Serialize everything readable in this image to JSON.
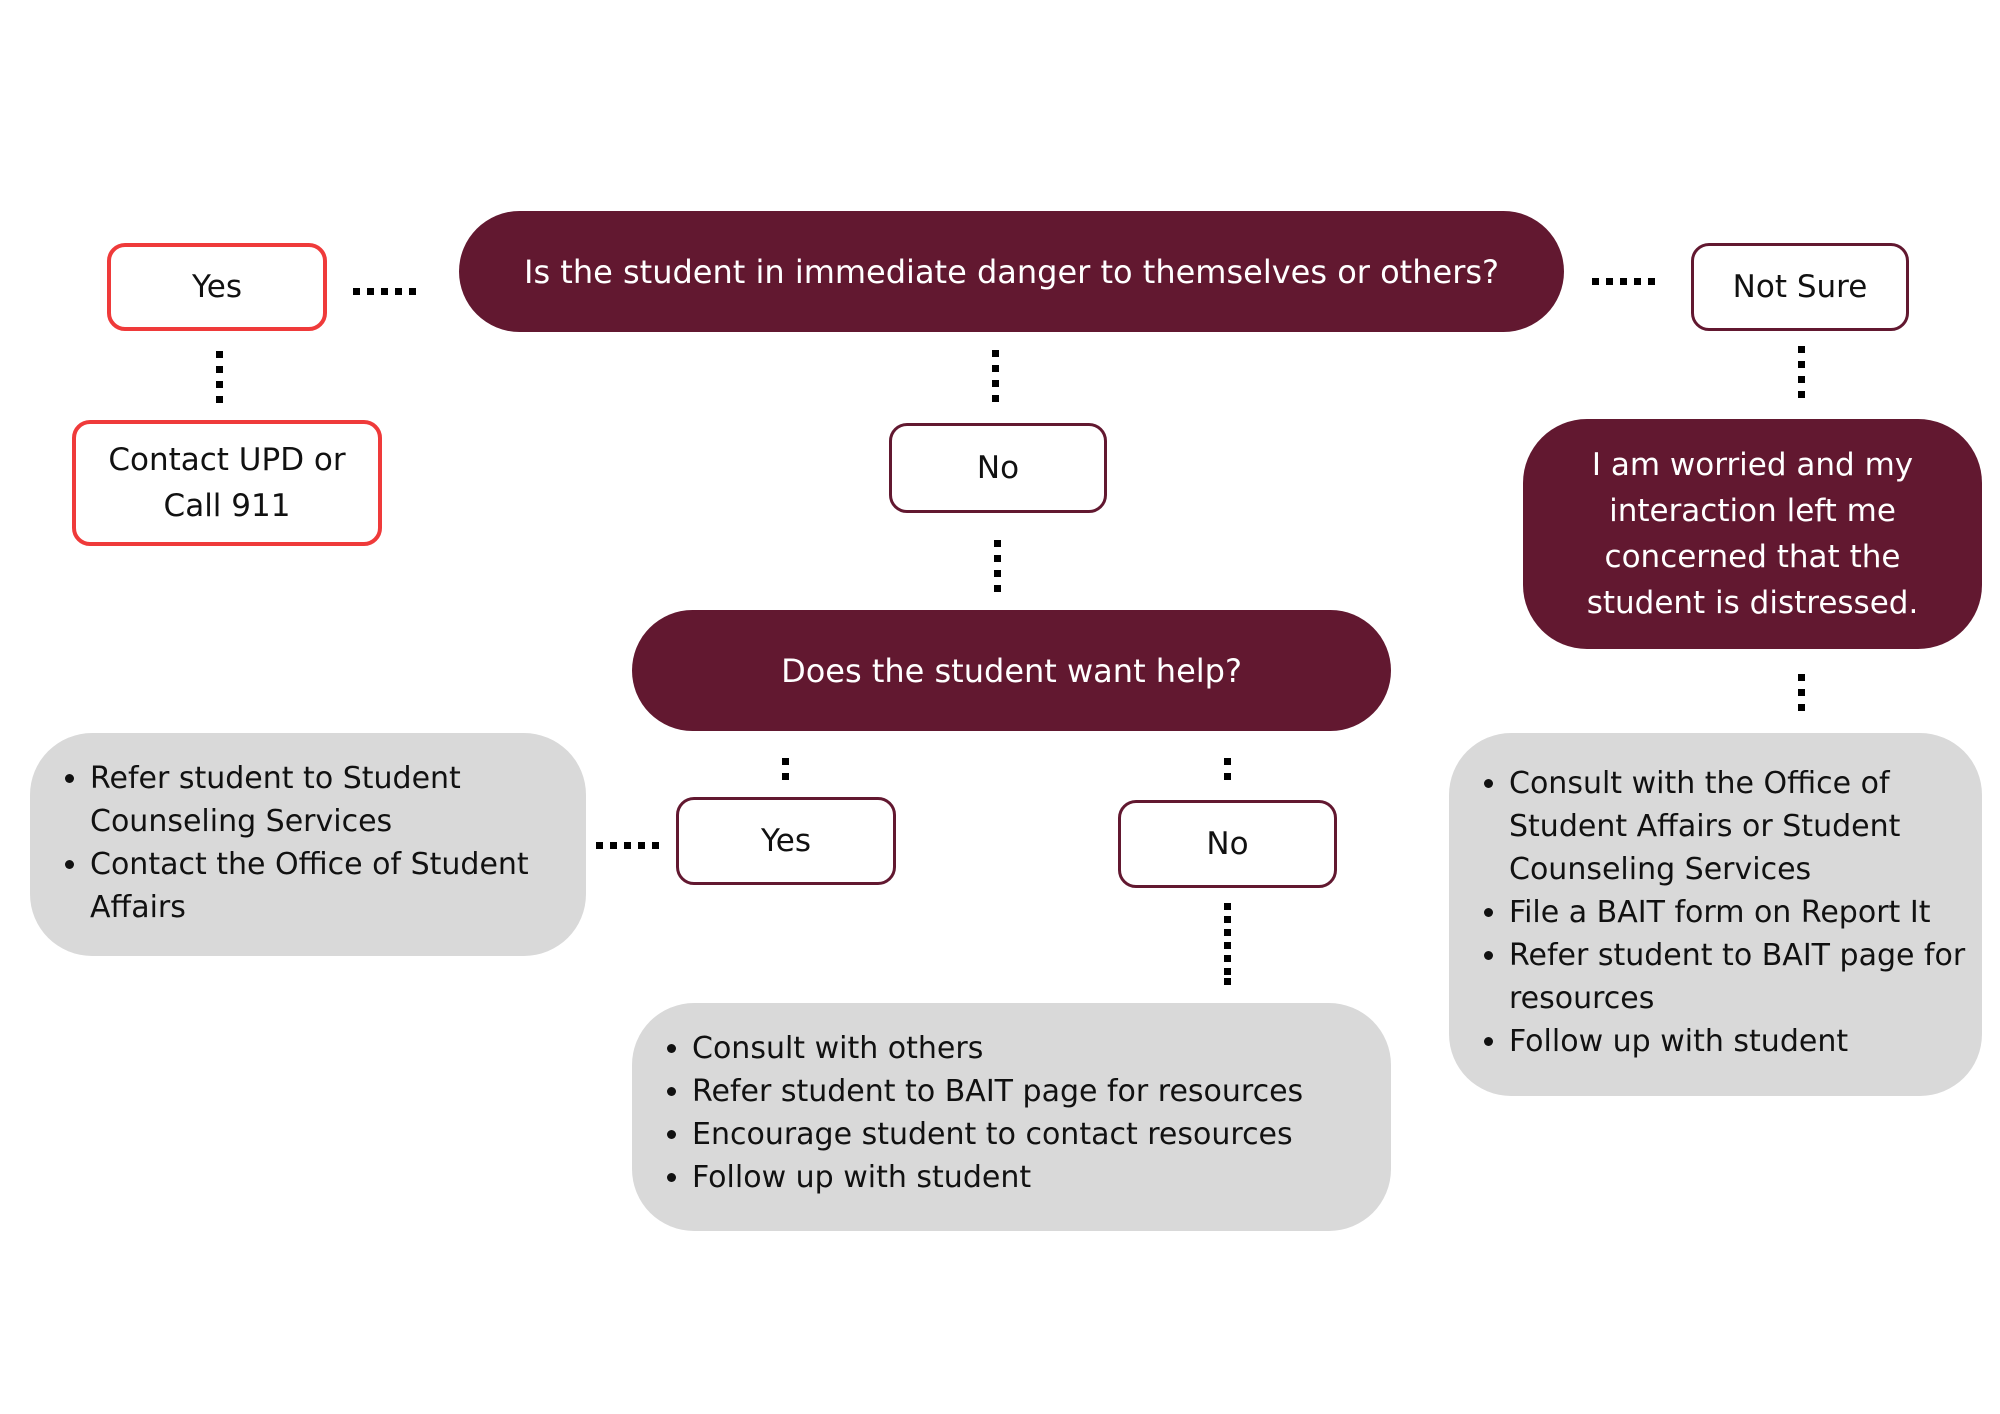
{
  "colors": {
    "primary": "#621830",
    "alert": "#ef3a3a",
    "gray_panel": "#d9d9d9",
    "text": "#111111",
    "text_on_primary": "#ffffff"
  },
  "flowchart": {
    "question_1": "Is the student in immediate danger to themselves or others?",
    "q1_yes": "Yes",
    "q1_yes_action": [
      "Contact UPD or",
      "Call 911"
    ],
    "q1_not_sure": "Not Sure",
    "q1_not_sure_statement": [
      "I am worried and my",
      "interaction left me",
      "concerned that the",
      "student is distressed."
    ],
    "q1_not_sure_actions": [
      "Consult with the Office of Student Affairs or Student Counseling Services",
      "File a BAIT form on Report It",
      "Refer student to BAIT page for resources",
      "Follow up with student"
    ],
    "q1_no": "No",
    "question_2": "Does the student want help?",
    "q2_yes": "Yes",
    "q2_yes_actions": [
      "Refer student to Student Counseling Services",
      "Contact the Office of Student Affairs"
    ],
    "q2_no": "No",
    "q2_no_actions": [
      "Consult with others",
      "Refer student to BAIT page for resources",
      "Encourage student to contact resources",
      "Follow up with student"
    ]
  }
}
